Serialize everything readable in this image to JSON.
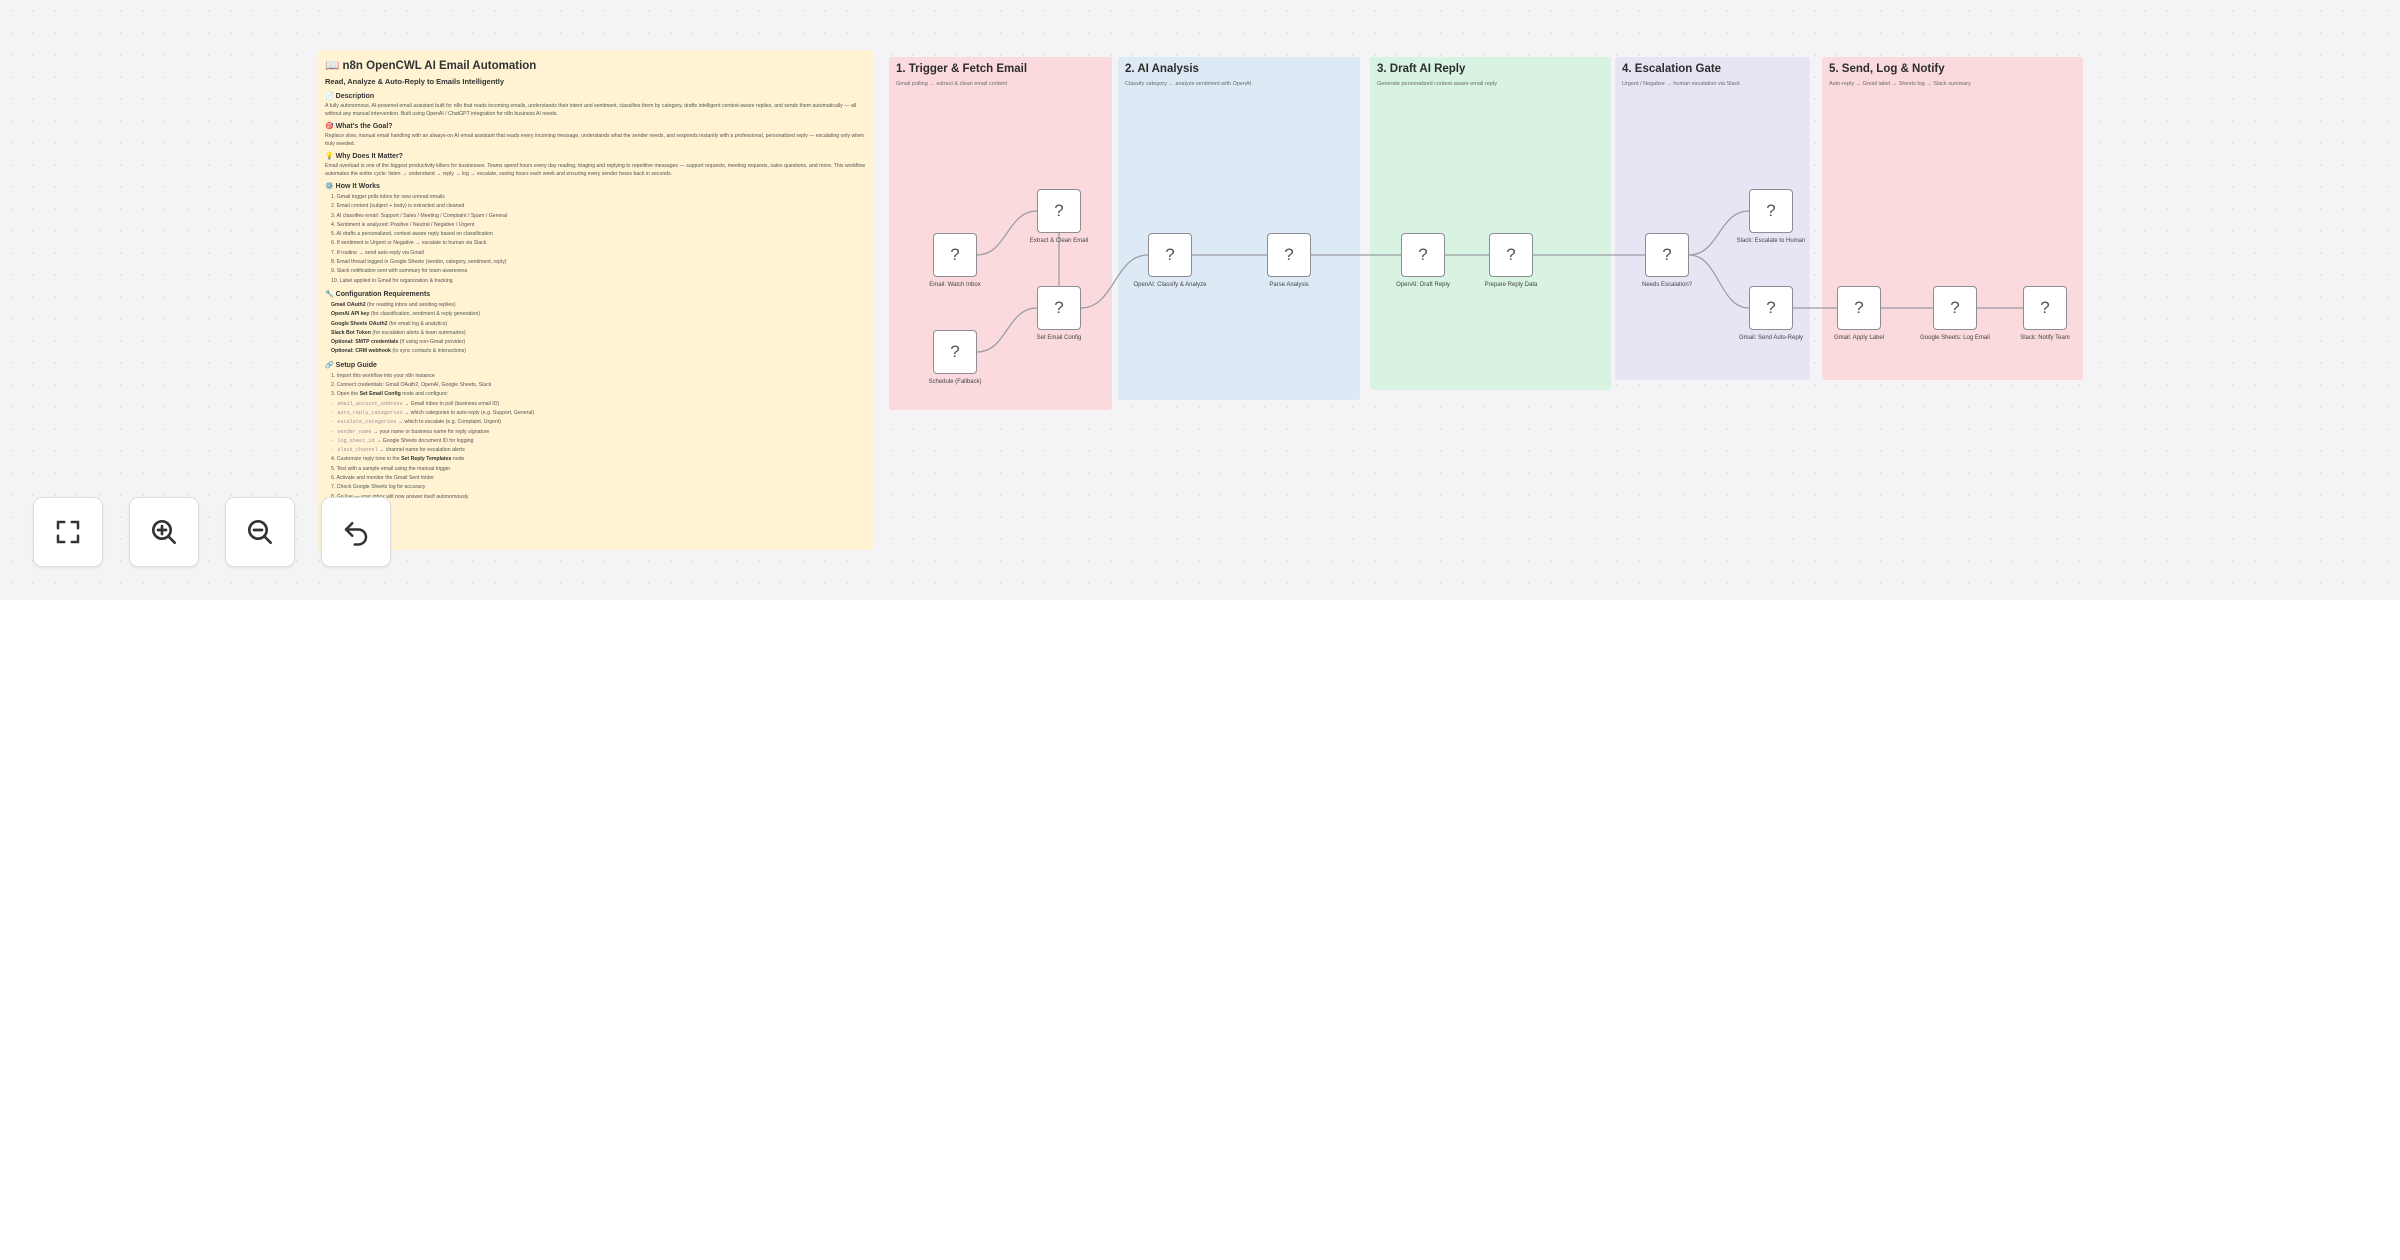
{
  "description_note": {
    "title": "📖 n8n OpenCWL AI Email Automation",
    "subtitle": "Read, Analyze & Auto-Reply to Emails Intelligently",
    "sections": [
      {
        "heading": "📄 Description",
        "paragraphs": [
          "A fully autonomous, AI-powered email assistant built for n8n that reads incoming emails, understands their intent and sentiment, classifies them by category, drafts intelligent context-aware replies, and sends them automatically — all without any manual intervention. Built using OpenAI / ChatGPT integration for n8n business AI needs."
        ]
      },
      {
        "heading": "🎯 What's the Goal?",
        "paragraphs": [
          "Replace slow, manual email handling with an always-on AI email assistant that reads every incoming message, understands what the sender needs, and responds instantly with a professional, personalized reply — escalating only when truly needed."
        ]
      },
      {
        "heading": "💡 Why Does It Matter?",
        "paragraphs": [
          "Email overload is one of the biggest productivity killers for businesses. Teams spend hours every day reading, triaging and replying to repetitive messages — support requests, meeting requests, sales questions, and more. This workflow automates the entire cycle: listen → understand → reply → log → escalate, saving hours each week and ensuring every sender hears back in seconds."
        ]
      },
      {
        "heading": "⚙️ How It Works",
        "items": [
          "1. Gmail trigger polls inbox for new unread emails",
          "2. Email content (subject + body) is extracted and cleaned",
          "3. AI classifies email: Support / Sales / Meeting / Complaint / Spam / General",
          "4. Sentiment is analyzed: Positive / Neutral / Negative / Urgent",
          "5. AI drafts a personalized, context-aware reply based on classification",
          "6. If sentiment is Urgent or Negative → escalate to human via Slack",
          "7. If routine → send auto-reply via Gmail",
          "8. Email thread logged in Google Sheets (sender, category, sentiment, reply)",
          "9. Slack notification sent with summary for team awareness",
          "10. Label applied in Gmail for organization & tracking"
        ]
      },
      {
        "heading": "🔧 Configuration Requirements",
        "items": [
          "<b>Gmail OAuth2</b> (for reading inbox and sending replies)",
          "<b>OpenAI API key</b> (for classification, sentiment & reply generation)",
          "<b>Google Sheets OAuth2</b> (for email log & analytics)",
          "<b>Slack Bot Token</b> (for escalation alerts & team summaries)",
          "<b>Optional: SMTP credentials</b> (if using non-Gmail provider)",
          "<b>Optional: CRM webhook</b> (to sync contacts & interactions)"
        ]
      },
      {
        "heading": "🔗 Setup Guide",
        "items": [
          "1. Import this workflow into your n8n instance",
          "2. Connect credentials: Gmail OAuth2, OpenAI, Google Sheets, Slack",
          "3. Open the <b>Set Email Config</b> node and configure:",
          "<span class='nd-code'>- email_account_address</span> → Gmail inbox to poll (business email ID)",
          "<span class='nd-code'>- auto_reply_categories</span> → which categories to auto-reply (e.g. Support, General)",
          "<span class='nd-code'>- escalate_categories</span> → which to escalate (e.g. Complaint, Urgent)",
          "<span class='nd-code'>- sender_name</span> → your name or business name for reply signature",
          "<span class='nd-code'>- log_sheet_id</span> → Google Sheets document ID for logging",
          "<span class='nd-code'>- slack_channel</span> → channel name for escalation alerts",
          "4. Customize reply tone in the <b>Set Reply Templates</b> node",
          "5. Test with a sample email using the manual trigger",
          "6. Activate and monitor the Gmail Sent folder",
          "7. Check Google Sheets log for accuracy",
          "8. Go live — your inbox will now answer itself autonomously"
        ]
      }
    ]
  },
  "sections": [
    {
      "title": "1. Trigger & Fetch Email",
      "subtitle": "Gmail polling → extract & clean email content",
      "color": "#fadadd"
    },
    {
      "title": "2. AI Analysis",
      "subtitle": "Classify category → analyze sentiment with OpenAI",
      "color": "#dde9f5"
    },
    {
      "title": "3. Draft AI Reply",
      "subtitle": "Generate personalized context-aware email reply",
      "color": "#d8f3e1"
    },
    {
      "title": "4. Escalation Gate",
      "subtitle": "Urgent / Negative → human escalation via Slack",
      "color": "#e7e4f4"
    },
    {
      "title": "5. Send, Log & Notify",
      "subtitle": "Auto-reply → Gmail label → Sheets log → Slack summary",
      "color": "#fadadd"
    }
  ],
  "nodes": [
    {
      "id": "n1",
      "icon": "?",
      "label": "Email: Watch Inbox"
    },
    {
      "id": "n2",
      "icon": "?",
      "label": "Schedule (Fallback)"
    },
    {
      "id": "n3",
      "icon": "?",
      "label": "Extract & Clean Email"
    },
    {
      "id": "n4",
      "icon": "?",
      "label": "Set Email Config"
    },
    {
      "id": "n5",
      "icon": "?",
      "label": "OpenAI: Classify & Analyze"
    },
    {
      "id": "n6",
      "icon": "?",
      "label": "Parse Analysis"
    },
    {
      "id": "n7",
      "icon": "?",
      "label": "OpenAI: Draft Reply"
    },
    {
      "id": "n8",
      "icon": "?",
      "label": "Prepare Reply Data"
    },
    {
      "id": "n9",
      "icon": "?",
      "label": "Needs Escalation?"
    },
    {
      "id": "n10",
      "icon": "?",
      "label": "Slack: Escalate to Human"
    },
    {
      "id": "n11",
      "icon": "?",
      "label": "Gmail: Send Auto-Reply"
    },
    {
      "id": "n12",
      "icon": "?",
      "label": "Gmail: Apply Label"
    },
    {
      "id": "n13",
      "icon": "?",
      "label": "Google Sheets: Log Email"
    },
    {
      "id": "n14",
      "icon": "?",
      "label": "Slack: Notify Team"
    }
  ],
  "controls": [
    {
      "name": "fit-view-button",
      "icon": "fullscreen-icon"
    },
    {
      "name": "zoom-in-button",
      "icon": "zoom-in-icon"
    },
    {
      "name": "zoom-out-button",
      "icon": "zoom-out-icon"
    },
    {
      "name": "undo-button",
      "icon": "undo-icon"
    }
  ]
}
